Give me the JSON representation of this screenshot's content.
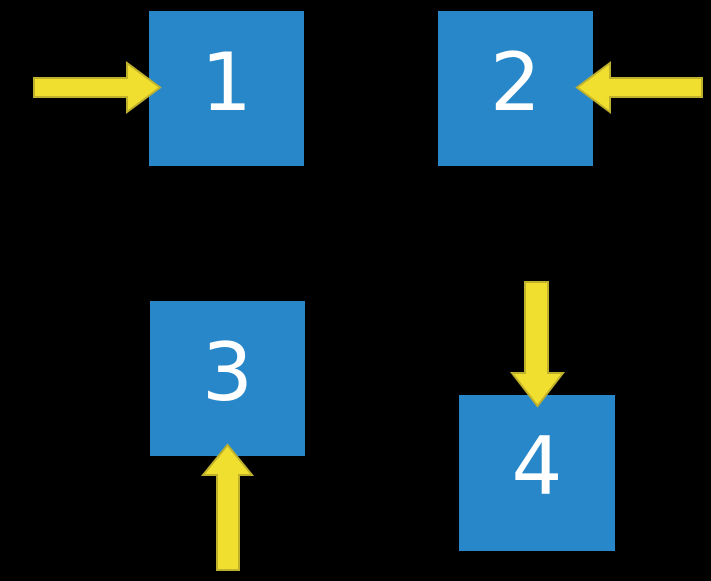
{
  "colors": {
    "background": "#000000",
    "square_fill": "#2787C8",
    "number_color": "#FFFFFF",
    "arrow_fill": "#F1DF30",
    "arrow_outline": "#BFB12C"
  },
  "squares": [
    {
      "label": "1",
      "arrow_direction": "right"
    },
    {
      "label": "2",
      "arrow_direction": "left"
    },
    {
      "label": "3",
      "arrow_direction": "up"
    },
    {
      "label": "4",
      "arrow_direction": "down"
    }
  ]
}
